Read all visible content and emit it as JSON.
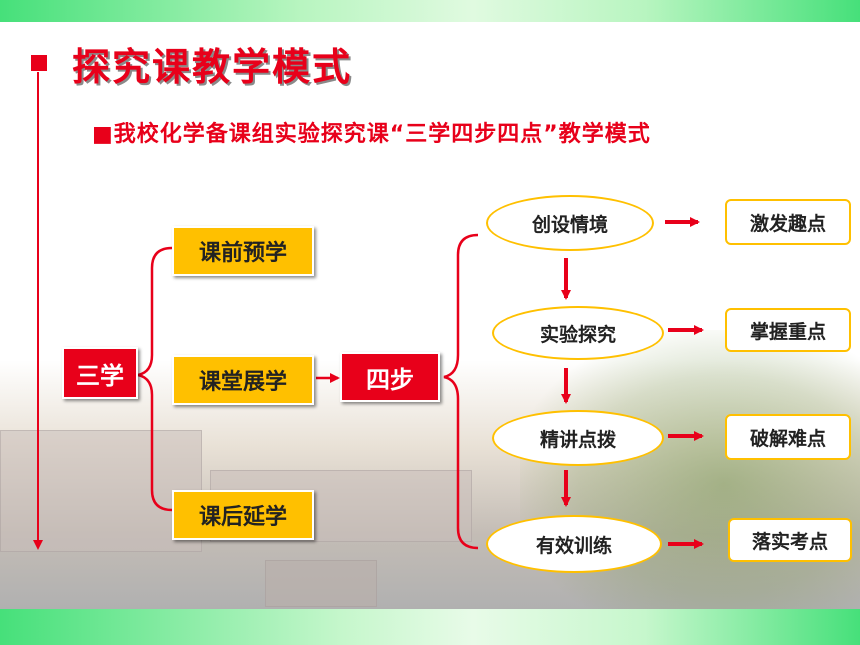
{
  "title": "探究课教学模式",
  "subtitle": "■我校化学备课组实验探究课“三学四步四点”教学模式",
  "colors": {
    "accent": "#e8001a",
    "box": "#ffc000",
    "band": "#46e07a"
  },
  "three_learn": {
    "label": "三学",
    "items": [
      "课前预学",
      "课堂展学",
      "课后延学"
    ]
  },
  "four_steps": {
    "label": "四步",
    "steps": [
      "创设情境",
      "实验探究",
      "精讲点拨",
      "有效训练"
    ]
  },
  "four_points": [
    "激发趣点",
    "掌握重点",
    "破解难点",
    "落实考点"
  ]
}
